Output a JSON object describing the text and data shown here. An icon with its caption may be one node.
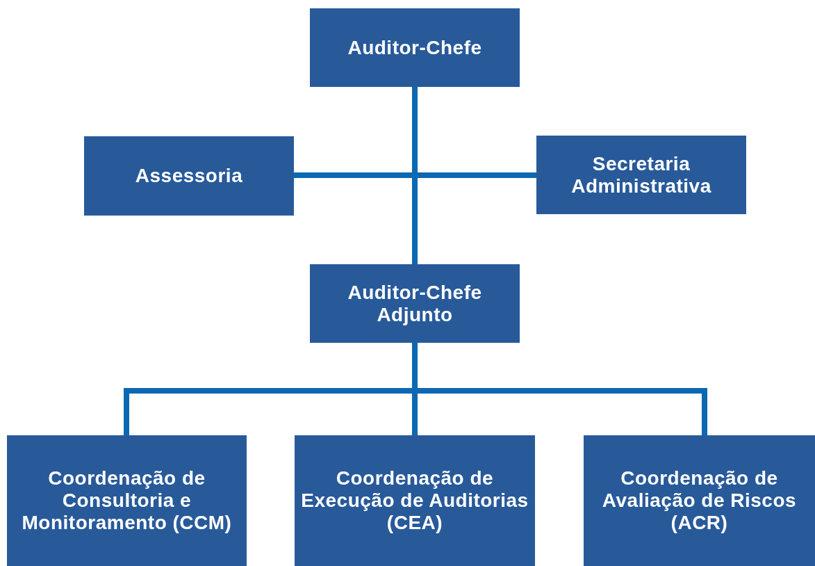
{
  "diagram": {
    "nodes": [
      {
        "text": [
          "Auditor-Chefe"
        ]
      },
      {
        "text": [
          "Assessoria"
        ]
      },
      {
        "text": [
          "Secretaria Administrativa"
        ]
      },
      {
        "text": [
          "Auditor-Chefe Adjunto"
        ]
      },
      {
        "text": [
          "Coordenação de Consultoria e Monitoramento (CCM)"
        ]
      },
      {
        "text": [
          "Coordenação de Execução de Auditorias (CEA)"
        ]
      },
      {
        "text": [
          "Coordenação de Avaliação de Riscos (ACR)"
        ]
      }
    ],
    "edges": [
      {
        "from": 0,
        "to": 1,
        "arrow": "none"
      },
      {
        "from": 0,
        "to": 2,
        "arrow": "none"
      },
      {
        "from": 0,
        "to": 3,
        "arrow": "none"
      },
      {
        "from": 3,
        "to": 4,
        "arrow": "none"
      },
      {
        "from": 3,
        "to": 5,
        "arrow": "none"
      },
      {
        "from": 3,
        "to": 6,
        "arrow": "none"
      }
    ]
  }
}
